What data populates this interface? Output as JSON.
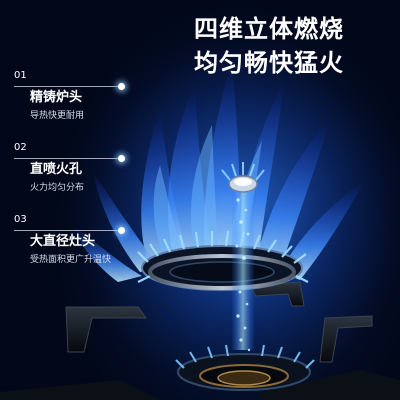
{
  "headline": {
    "line1": "四维立体燃烧",
    "line2": "均匀畅快猛火"
  },
  "features": [
    {
      "number": "01",
      "title": "精铸炉头",
      "subtitle": "导热快更耐用"
    },
    {
      "number": "02",
      "title": "直喷火孔",
      "subtitle": "火力均匀分布"
    },
    {
      "number": "03",
      "title": "大直径灶头",
      "subtitle": "受热面积更广升温快"
    }
  ],
  "colors": {
    "background": "#030b22",
    "flame_outer": "#1e5bff",
    "flame_core": "#8ad8ff",
    "text": "#ffffff"
  }
}
